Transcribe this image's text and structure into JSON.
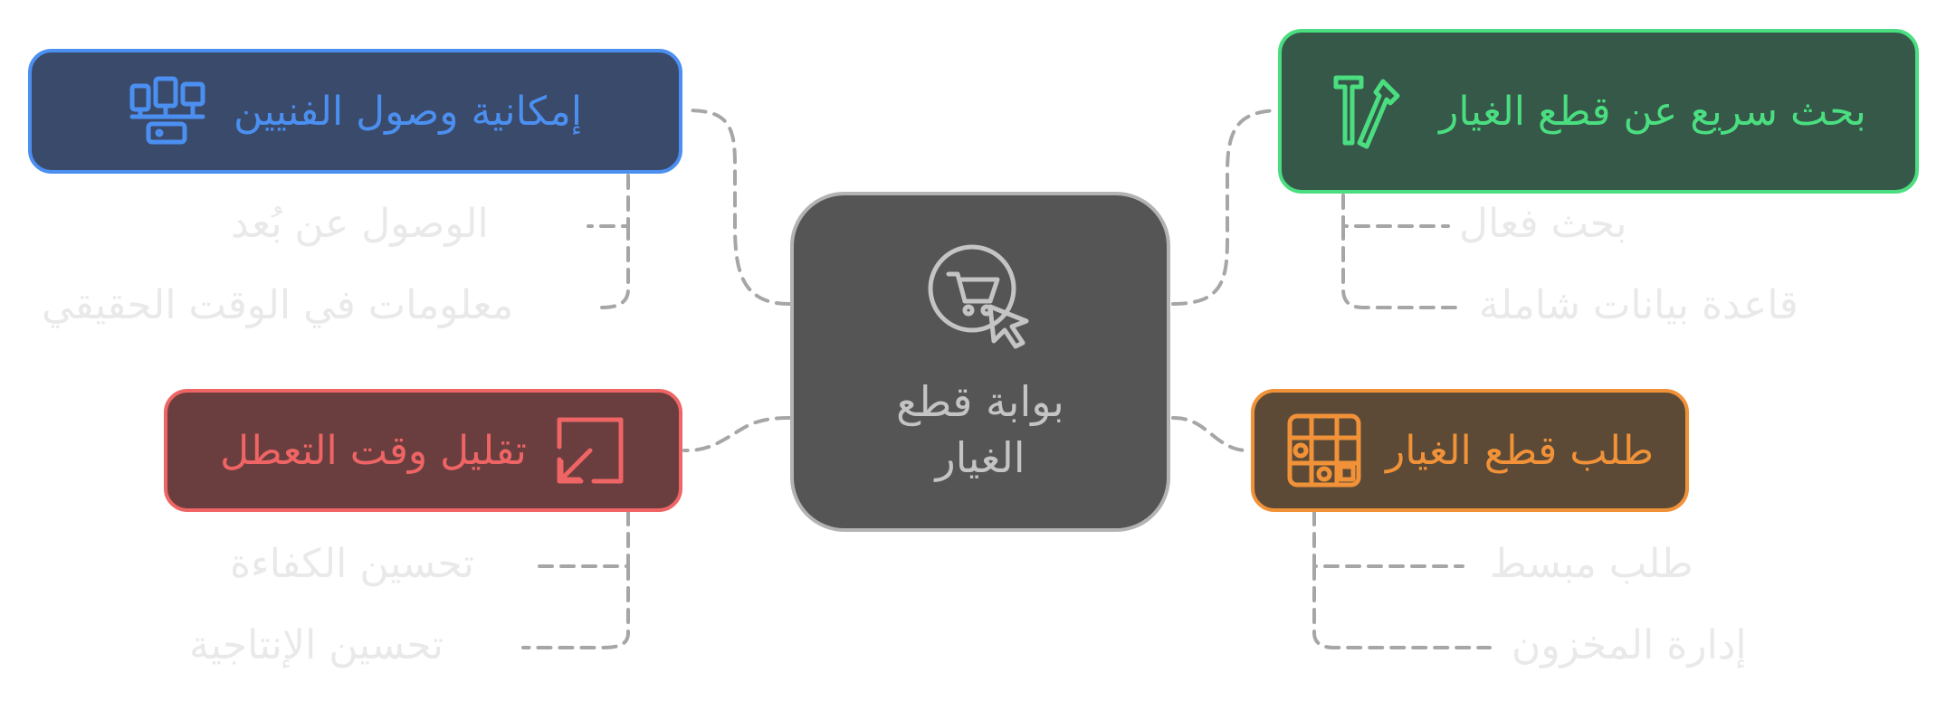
{
  "center": {
    "label": "بوابة قطع الغيار",
    "icon": "shopping-cart-cursor-icon"
  },
  "branches": [
    {
      "id": "search",
      "label": "بحث سريع عن قطع الغيار",
      "icon": "tools-icon",
      "color": "#4ade80",
      "fill": "#355848",
      "children": [
        "بحث فعال",
        "قاعدة بيانات شاملة"
      ]
    },
    {
      "id": "access",
      "label": "إمكانية وصول الفنيين",
      "icon": "devices-network-icon",
      "color": "#4b8ff0",
      "fill": "#3a4a6b",
      "children": [
        "الوصول عن بُعد",
        "معلومات في الوقت الحقيقي"
      ]
    },
    {
      "id": "downtime",
      "label": "تقليل وقت التعطل",
      "icon": "arrow-shrink-icon",
      "color": "#ef6464",
      "fill": "#6a3e3e",
      "children": [
        "تحسين الكفاءة",
        "تحسين الإنتاجية"
      ]
    },
    {
      "id": "order",
      "label": "طلب قطع الغيار",
      "icon": "workflow-icon",
      "color": "#f29238",
      "fill": "#5c4a36",
      "children": [
        "طلب مبسط",
        "إدارة المخزون"
      ]
    }
  ]
}
